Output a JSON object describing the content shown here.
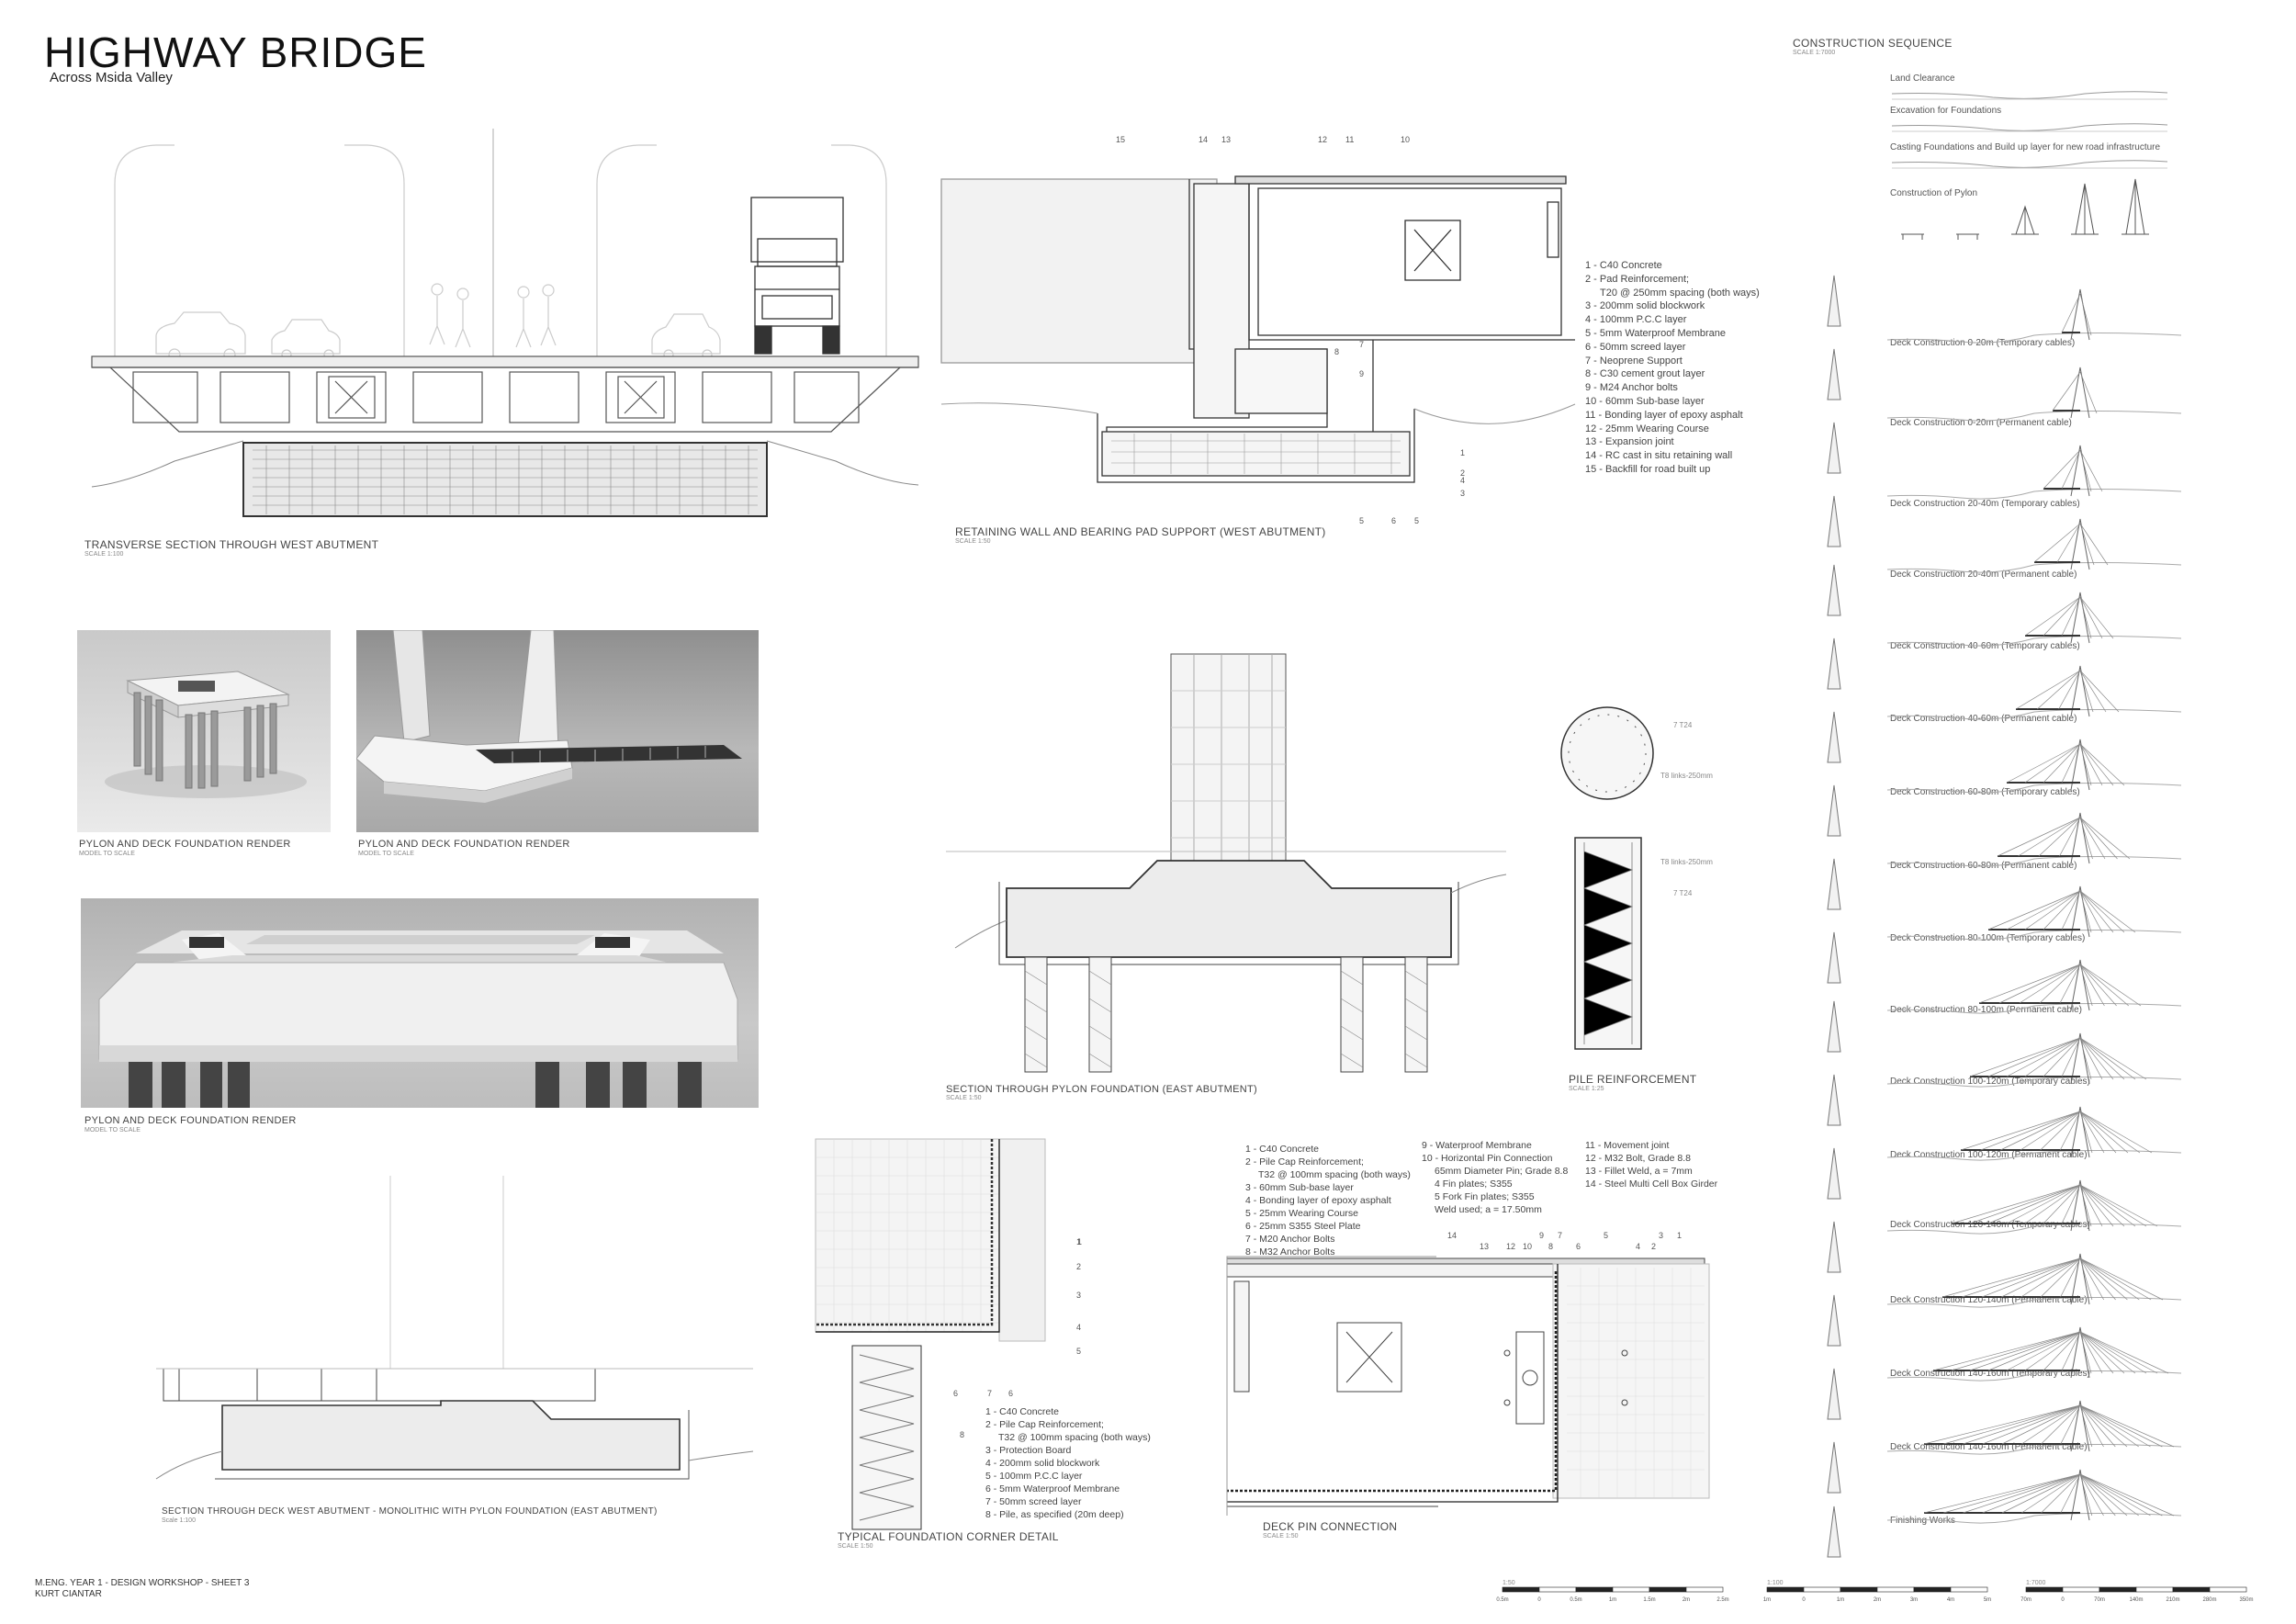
{
  "header": {
    "title": "HIGHWAY BRIDGE",
    "subtitle": "Across Msida Valley"
  },
  "drawings": {
    "transverse": {
      "caption": "TRANSVERSE SECTION THROUGH WEST ABUTMENT",
      "scale": "SCALE 1:100"
    },
    "retaining": {
      "caption": "RETAINING WALL AND BEARING PAD SUPPORT (WEST ABUTMENT)",
      "scale": "SCALE 1:50",
      "callouts_top": [
        "15",
        "14",
        "13",
        "12",
        "11",
        "10"
      ],
      "callouts_side": [
        "7",
        "8",
        "9",
        "1",
        "2",
        "3",
        "4"
      ],
      "callouts_bottom": [
        "5",
        "6",
        "5"
      ],
      "legend": [
        "1 - C40 Concrete",
        "2 - Pad Reinforcement;",
        "T20 @ 250mm spacing (both ways)",
        "3 - 200mm solid blockwork",
        "4 - 100mm P.C.C layer",
        "5 - 5mm Waterproof Membrane",
        "6 - 50mm screed layer",
        "7 - Neoprene Support",
        "8 - C30 cement grout layer",
        "9 - M24 Anchor bolts",
        "10 - 60mm Sub-base layer",
        "11 - Bonding layer of epoxy asphalt",
        "12 - 25mm Wearing Course",
        "13 - Expansion joint",
        "14 - RC cast in situ retaining wall",
        "15 - Backfill for road built up"
      ]
    },
    "render1": {
      "caption": "PYLON AND DECK FOUNDATION RENDER",
      "scale": "MODEL TO SCALE"
    },
    "render2": {
      "caption": "PYLON AND DECK FOUNDATION RENDER",
      "scale": "MODEL TO SCALE"
    },
    "render3": {
      "caption": "PYLON AND DECK FOUNDATION RENDER",
      "scale": "MODEL TO SCALE"
    },
    "pylon_foundation": {
      "caption": "SECTION THROUGH PYLON FOUNDATION (EAST ABUTMENT)",
      "scale": "SCALE 1:50"
    },
    "pile_reinforcement": {
      "caption": "PILE REINFORCEMENT",
      "scale": "SCALE 1:25",
      "labels": [
        "7 T24",
        "T8 links-250mm",
        "T8 links-250mm",
        "7 T24"
      ]
    },
    "deck_abutment": {
      "caption": "SECTION THROUGH DECK WEST ABUTMENT - MONOLITHIC WITH PYLON FOUNDATION (EAST ABUTMENT)",
      "scale": "Scale 1:100"
    },
    "corner_detail": {
      "caption": "TYPICAL FOUNDATION CORNER DETAIL",
      "scale": "SCALE 1:50",
      "callouts": [
        "1",
        "2",
        "3",
        "4",
        "5",
        "6",
        "7",
        "6",
        "8"
      ],
      "legend": [
        "1 - C40 Concrete",
        "2 - Pile Cap Reinforcement;",
        "T32 @ 100mm spacing (both ways)",
        "3 - Protection Board",
        "4 - 200mm solid blockwork",
        "5 - 100mm P.C.C layer",
        "6 - 5mm Waterproof Membrane",
        "7 - 50mm screed layer",
        "8 - Pile, as specified (20m deep)"
      ]
    },
    "deck_pin": {
      "caption": "DECK PIN CONNECTION",
      "scale": "SCALE 1:50",
      "callouts": [
        "14",
        "13",
        "12",
        "10",
        "9",
        "7",
        "8",
        "6",
        "5",
        "4",
        "3",
        "2",
        "1"
      ],
      "legend_col1": [
        "1 - C40 Concrete",
        "2 - Pile Cap Reinforcement;",
        "T32 @ 100mm spacing (both ways)",
        "3 - 60mm Sub-base layer",
        "4 - Bonding layer of epoxy asphalt",
        "5 - 25mm Wearing Course",
        "6 - 25mm S355 Steel Plate",
        "7 - M20 Anchor Bolts",
        "8 - M32 Anchor Bolts"
      ],
      "legend_col2": [
        "9 - Waterproof Membrane",
        "10 - Horizontal Pin Connection",
        "65mm Diameter Pin; Grade 8.8",
        "4 Fin plates; S355",
        "5  Fork Fin plates; S355",
        "Weld used; a = 17.50mm"
      ],
      "legend_col3": [
        "11 - Movement joint",
        "12 - M32 Bolt, Grade 8.8",
        "13 - Fillet Weld, a = 7mm",
        "14 - Steel Multi Cell Box Girder"
      ]
    }
  },
  "sequence": {
    "title": "CONSTRUCTION SEQUENCE",
    "scale": "SCALE 1:7000",
    "steps": [
      "Land Clearance",
      "Excavation for Foundations",
      "Casting Foundations and Build up layer for new road infrastructure",
      "Construction of Pylon",
      "Deck Construction 0-20m (Temporary cables)",
      "Deck Construction 0-20m (Permanent cable)",
      "Deck Construction 20-40m (Temporary cables)",
      "Deck Construction 20-40m (Permanent cable)",
      "Deck Construction 40-60m (Temporary cables)",
      "Deck Construction 40-60m (Permanent cable)",
      "Deck Construction 60-80m (Temporary cables)",
      "Deck Construction 60-80m (Permanent cable)",
      "Deck Construction 80-100m (Temporary cables)",
      "Deck Construction 80-100m (Permanent cable)",
      "Deck Construction 100-120m (Temporary cables)",
      "Deck Construction 100-120m (Permanent cable)",
      "Deck Construction 120-140m (Temporary cables)",
      "Deck Construction 120-140m (Permanent cable)",
      "Deck Construction 140-160m (Temporary cables)",
      "Deck Construction 140-160m (Permanent cable)",
      "Finishing Works"
    ]
  },
  "footer": {
    "line1": "M.ENG. YEAR 1 - DESIGN WORKSHOP - SHEET 3",
    "line2": "KURT CIANTAR"
  },
  "scale_bars": [
    {
      "ratio": "1:50",
      "ticks": [
        "0.5m",
        "0",
        "0.5m",
        "1m",
        "1.5m",
        "2m",
        "2.5m"
      ]
    },
    {
      "ratio": "1:100",
      "ticks": [
        "1m",
        "0",
        "1m",
        "2m",
        "3m",
        "4m",
        "5m"
      ]
    },
    {
      "ratio": "1:7000",
      "ticks": [
        "70m",
        "0",
        "70m",
        "140m",
        "210m",
        "280m",
        "350m"
      ]
    }
  ]
}
